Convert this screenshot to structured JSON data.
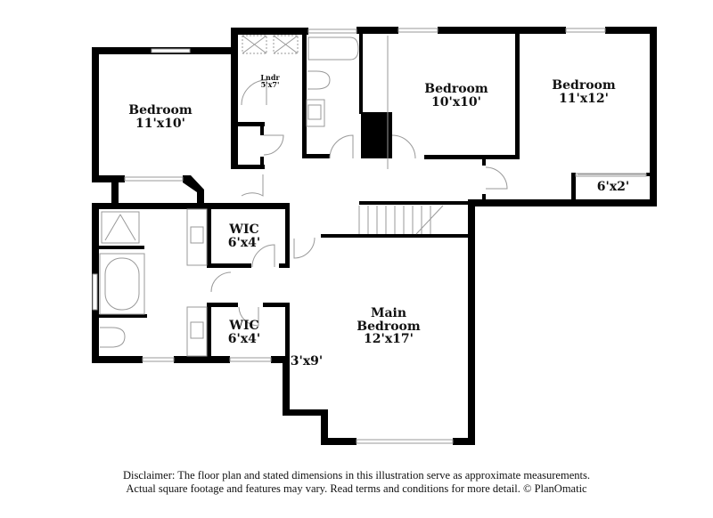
{
  "rooms": {
    "bedroom_left": {
      "name": "Bedroom",
      "size": "11'x10'"
    },
    "laundry": {
      "name": "Lndr",
      "size": "5'x7'"
    },
    "bedroom_middle": {
      "name": "Bedroom",
      "size": "10'x10'"
    },
    "bedroom_right": {
      "name": "Bedroom",
      "size": "11'x12'"
    },
    "closet_right": {
      "size": "6'x2'"
    },
    "wic_upper": {
      "name": "WIC",
      "size": "6'x4'"
    },
    "wic_lower": {
      "name": "WIC",
      "size": "6'x4'"
    },
    "main_bedroom": {
      "name_line1": "Main",
      "name_line2": "Bedroom",
      "size": "12'x17'"
    },
    "nook": {
      "size": "3'x9'"
    }
  },
  "disclaimer": {
    "line1": "Disclaimer: The floor plan and stated dimensions in this illustration serve as approximate measurements.",
    "line2": "Actual square footage and features may vary. Read terms and conditions for more detail. © PlanOmatic"
  },
  "colors": {
    "wall": "#000000",
    "fixture": "#9a9a9a",
    "background": "#ffffff"
  }
}
